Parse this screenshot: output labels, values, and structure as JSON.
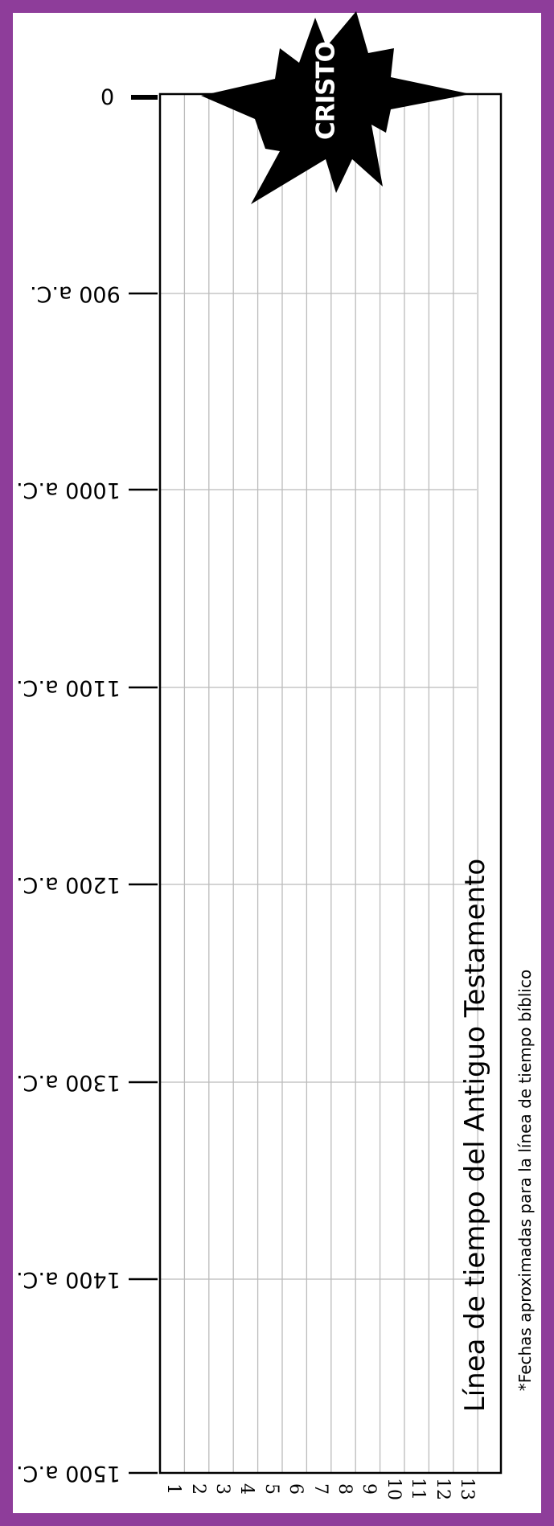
{
  "document": {
    "title": "Línea de tiempo del Antiguo Testamento",
    "footnote": "*Fechas aproximadas para la línea de tiempo bíblico",
    "marker_label": "CRISTO"
  },
  "colors": {
    "frame": "#8e3d9a",
    "grid": "#bbbbbb",
    "ink": "#000000"
  },
  "timeline": {
    "dates": [
      {
        "label": "0",
        "flipped": false
      },
      {
        "label": "900 a.C.",
        "flipped": true
      },
      {
        "label": "1000 a.C.",
        "flipped": true
      },
      {
        "label": "1100 a.C.",
        "flipped": true
      },
      {
        "label": "1200 a.C.",
        "flipped": true
      },
      {
        "label": "1300 a.C.",
        "flipped": true
      },
      {
        "label": "1400 a.C.",
        "flipped": true
      },
      {
        "label": "1500 a.C.",
        "flipped": true
      }
    ],
    "columns": [
      "1",
      "2",
      "3",
      "4",
      "5",
      "6",
      "7",
      "8",
      "9",
      "10",
      "11",
      "12",
      "13"
    ]
  }
}
